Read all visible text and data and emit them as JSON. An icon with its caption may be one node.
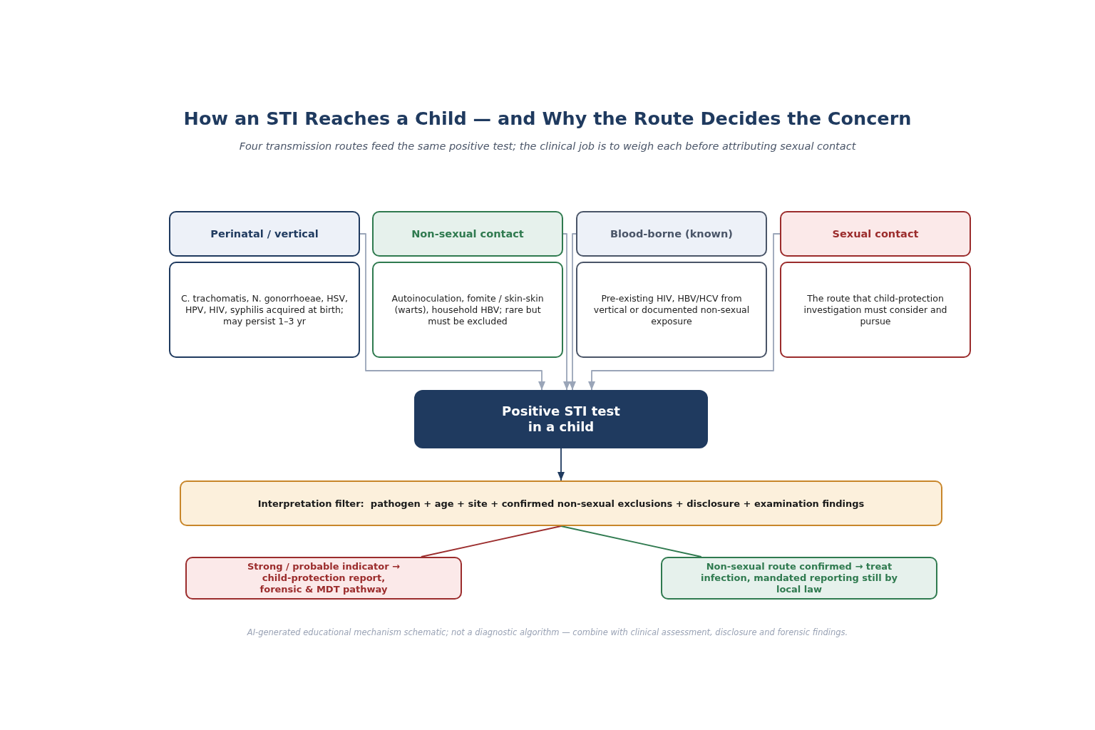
{
  "diagram": {
    "title": "How an STI Reaches a Child — and Why the Route Decides the Concern",
    "caption": "AI-generated educational mechanism schematic; not a diagnostic algorithm — combine with clinical assessment, disclosure and forensic findings.",
    "nodes": [
      {
        "text": [
          "Perinatal / vertical"
        ]
      },
      {
        "text": [
          "Non-sexual contact"
        ]
      },
      {
        "text": [
          "Blood-borne (known)"
        ]
      },
      {
        "text": [
          "Sexual contact"
        ]
      },
      {
        "text": [
          "C. trachomatis, N. gonorrhoeae, HSV, HPV, HIV, syphilis acquired at birth; may persist 1–3 yr"
        ]
      },
      {
        "text": [
          "Autoinoculation, fomite / skin-skin (warts), household HBV; rare but must be excluded"
        ]
      },
      {
        "text": [
          "Pre-existing HIV, HBV/HCV from vertical or documented non-sexual exposure"
        ]
      },
      {
        "text": [
          "The route that child-protection investigation must consider and pursue"
        ]
      },
      {
        "text": [
          "Positive STI test in a child"
        ]
      },
      {
        "text": [
          "Interpretation filter:  pathogen + age + site + confirmed non-sexual exclusions + disclosure + examination findings"
        ]
      },
      {
        "text": [
          "Strong / probable indicator → child-protection report, forensic & MDT pathway"
        ]
      },
      {
        "text": [
          "Non-sexual route confirmed → treat infection, mandated reporting still by local law"
        ]
      }
    ],
    "edges": [
      {
        "from": 0,
        "to": 8,
        "arrow": "to"
      },
      {
        "from": 1,
        "to": 8,
        "arrow": "to"
      },
      {
        "from": 2,
        "to": 8,
        "arrow": "to"
      },
      {
        "from": 3,
        "to": 8,
        "arrow": "to"
      },
      {
        "from": 8,
        "to": 9,
        "arrow": "to",
        "color": "#1f3a5f"
      },
      {
        "from": 9,
        "to": 10,
        "arrow": "none",
        "color": "#9b2c2c"
      },
      {
        "from": 9,
        "to": 11,
        "arrow": "none",
        "color": "#2f7a4f"
      }
    ],
    "labels": [
      "Four transmission routes feed the same positive test; the clinical job is to weigh each before attributing sexual contact"
    ]
  }
}
